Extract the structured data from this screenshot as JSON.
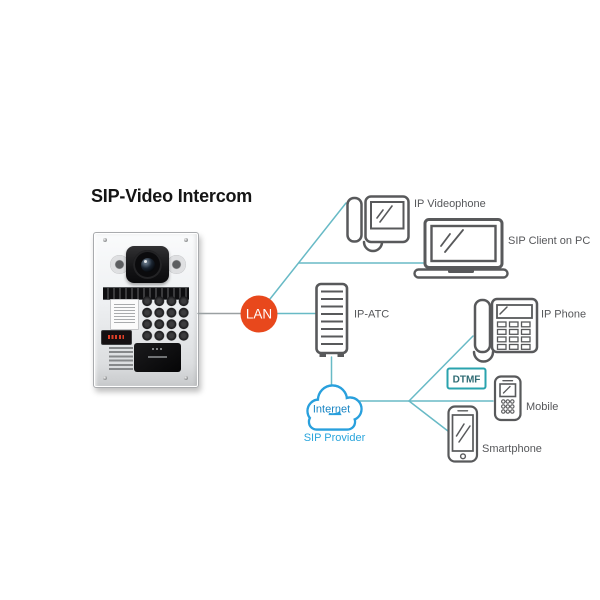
{
  "diagram": {
    "title": "SIP-Video Intercom",
    "nodes": {
      "lan": {
        "label": "LAN"
      },
      "ip_atc": {
        "label": "IP-ATC"
      },
      "ip_videophone": {
        "label": "IP Videophone"
      },
      "sip_client_pc": {
        "label": "SIP Client on PC"
      },
      "ip_phone": {
        "label": "IP Phone"
      },
      "dtmf": {
        "label": "DTMF"
      },
      "mobile": {
        "label": "Mobile"
      },
      "smartphone": {
        "label": "Smartphone"
      },
      "internet": {
        "label": "Internet",
        "sublabel": "SIP Provider"
      }
    },
    "connections": [
      {
        "from": "intercom",
        "to": "lan"
      },
      {
        "from": "lan",
        "to": "ip_videophone"
      },
      {
        "from": "lan",
        "to": "sip_client_pc"
      },
      {
        "from": "lan",
        "to": "ip_atc"
      },
      {
        "from": "ip_atc",
        "to": "internet"
      },
      {
        "from": "internet",
        "to": "ip_phone"
      },
      {
        "from": "internet",
        "to": "mobile",
        "via": "dtmf"
      },
      {
        "from": "internet",
        "to": "smartphone"
      }
    ],
    "colors": {
      "lan_circle": "#e8481c",
      "connector_teal": "#68bac6",
      "connector_gray": "#9aa0a2",
      "icon_outline": "#58595b",
      "label_text": "#56575a",
      "cloud_outline": "#29a0dd",
      "internet_text": "#1a85c3",
      "sip_provider_text": "#2aa5dc",
      "dtmf_border": "#2aa3ae",
      "dtmf_text": "#2f6b73",
      "title_text": "#151515"
    }
  }
}
